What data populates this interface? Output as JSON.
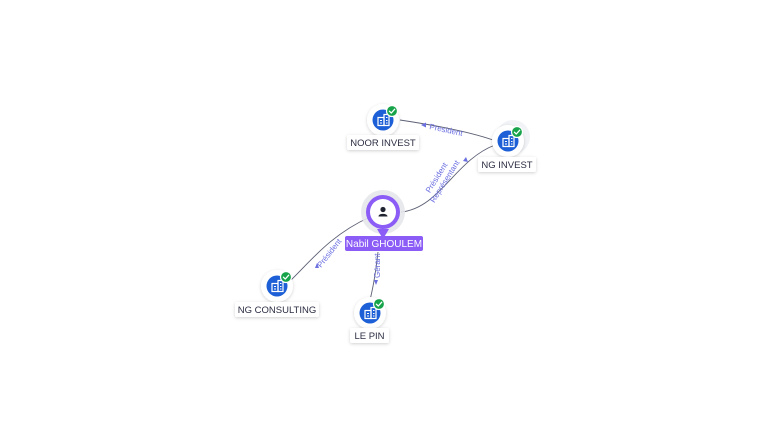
{
  "graph": {
    "person": {
      "name": "Nabil GHOULEM",
      "icon": "person-icon"
    },
    "companies": [
      {
        "id": "noor-invest",
        "name": "NOOR INVEST",
        "icon": "building-icon",
        "status": "verified-check-icon"
      },
      {
        "id": "ng-invest",
        "name": "NG INVEST",
        "icon": "building-icon",
        "status": "verified-check-icon"
      },
      {
        "id": "ng-consulting",
        "name": "NG CONSULTING",
        "icon": "building-icon",
        "status": "verified-check-icon"
      },
      {
        "id": "le-pin",
        "name": "LE PIN",
        "icon": "building-icon",
        "status": "verified-check-icon"
      }
    ],
    "relations": [
      {
        "from": "ng-invest",
        "to": "noor-invest",
        "label": "President"
      },
      {
        "from": "person",
        "to": "ng-invest",
        "label_lines": [
          "Président",
          "Représentant"
        ]
      },
      {
        "from": "person",
        "to": "ng-consulting",
        "label": "Président"
      },
      {
        "from": "person",
        "to": "le-pin",
        "label": "Gérant"
      }
    ]
  },
  "colors": {
    "accent": "#8b5cf6",
    "company": "#1d5fd6",
    "verified": "#16a34a",
    "edge_label": "#6b6fe0"
  }
}
